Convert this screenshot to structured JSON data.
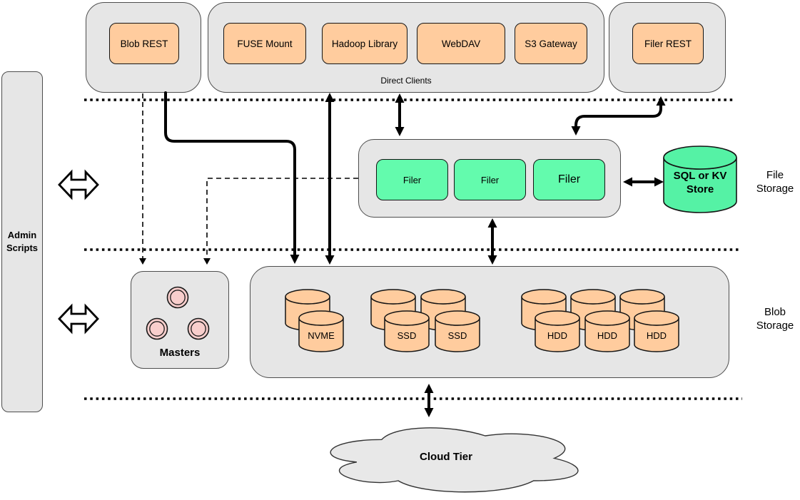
{
  "top_row": {
    "blob_rest": {
      "label": "Blob REST"
    },
    "direct_clients": {
      "label": "Direct Clients",
      "clients": [
        {
          "label": "FUSE Mount"
        },
        {
          "label": "Hadoop Library"
        },
        {
          "label": "WebDAV"
        },
        {
          "label": "S3 Gateway"
        }
      ]
    },
    "filer_rest": {
      "label": "Filer REST"
    }
  },
  "admin": {
    "label": "Admin Scripts"
  },
  "file_storage": {
    "section_label": "File Storage",
    "filers": [
      {
        "label": "Filer"
      },
      {
        "label": "Filer"
      },
      {
        "label": "Filer"
      }
    ],
    "kv_store": {
      "label": "SQL or KV Store"
    }
  },
  "blob_storage": {
    "section_label": "Blob Storage",
    "masters": {
      "label": "Masters"
    },
    "volumes": {
      "nvme": "NVME",
      "ssd": "SSD",
      "hdd": "HDD"
    }
  },
  "cloud": {
    "label": "Cloud Tier"
  },
  "colors": {
    "container_fill": "#e6e6e6",
    "client_fill": "#ffcc9e",
    "filer_fill": "#63fbad",
    "kv_fill": "#55f2a5",
    "master_node_fill": "#f8cecc",
    "line": "#000000"
  }
}
